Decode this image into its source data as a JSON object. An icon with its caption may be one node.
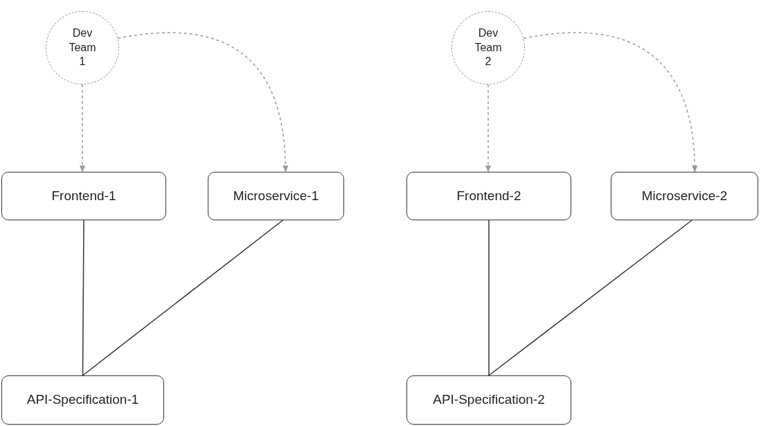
{
  "diagram": {
    "nodes": [
      {
        "text": [
          "Dev Team 1"
        ]
      },
      {
        "text": [
          "Frontend-1"
        ]
      },
      {
        "text": [
          "Microservice-1"
        ]
      },
      {
        "text": [
          "API-Specification-1"
        ]
      },
      {
        "text": [
          "Dev Team 2"
        ]
      },
      {
        "text": [
          "Frontend-2"
        ]
      },
      {
        "text": [
          "Microservice-2"
        ]
      },
      {
        "text": [
          "API-Specification-2"
        ]
      }
    ],
    "edges": [
      {
        "from": 0,
        "to": 1,
        "arrow": "to",
        "style": "dashed",
        "color": "#999999"
      },
      {
        "from": 0,
        "to": 2,
        "arrow": "to",
        "style": "dashed",
        "color": "#999999"
      },
      {
        "from": 1,
        "to": 3,
        "arrow": "none",
        "color": "#333333"
      },
      {
        "from": 2,
        "to": 3,
        "arrow": "none",
        "color": "#333333"
      },
      {
        "from": 4,
        "to": 5,
        "arrow": "to",
        "style": "dashed",
        "color": "#999999"
      },
      {
        "from": 4,
        "to": 6,
        "arrow": "to",
        "style": "dashed",
        "color": "#999999"
      },
      {
        "from": 5,
        "to": 7,
        "arrow": "none",
        "color": "#333333"
      },
      {
        "from": 6,
        "to": 7,
        "arrow": "none",
        "color": "#333333"
      }
    ]
  }
}
